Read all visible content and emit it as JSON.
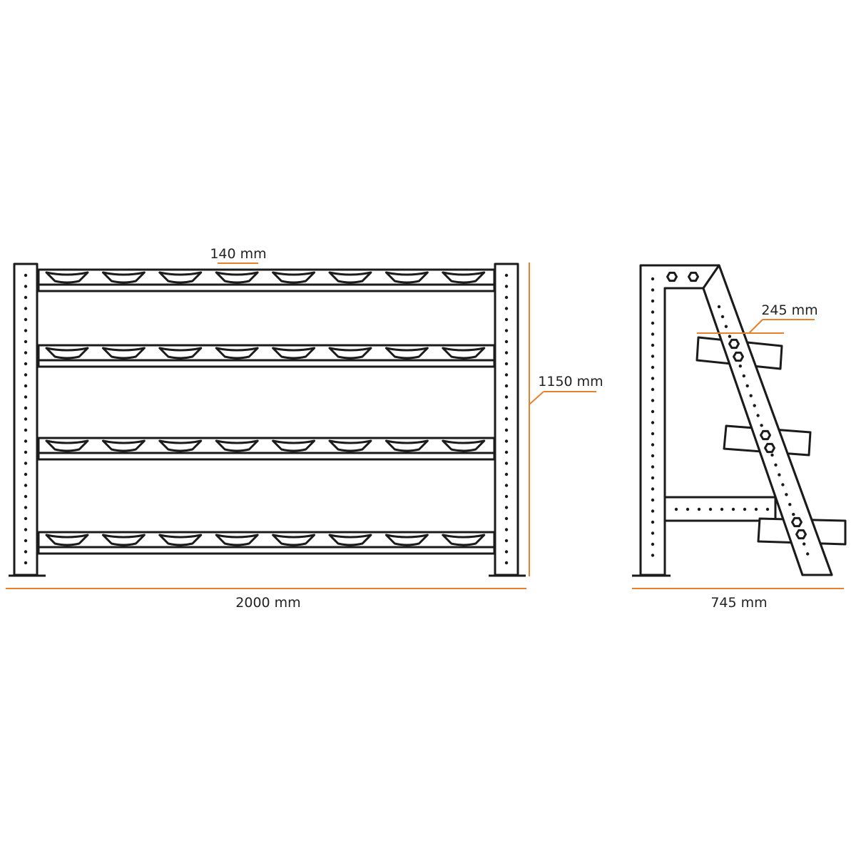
{
  "colors": {
    "line": "#1b1b1b",
    "dimension": "#e8812e",
    "text": "#222222",
    "background": "#ffffff"
  },
  "dimensions": {
    "cradle_width": "140 mm",
    "total_height": "1150 mm",
    "total_width": "2000 mm",
    "side_depth": "745 mm",
    "shelf_depth": "245 mm"
  },
  "front_view": {
    "shelves": 4,
    "cradles_per_shelf": 8
  },
  "side_view": {
    "arms": 3
  }
}
